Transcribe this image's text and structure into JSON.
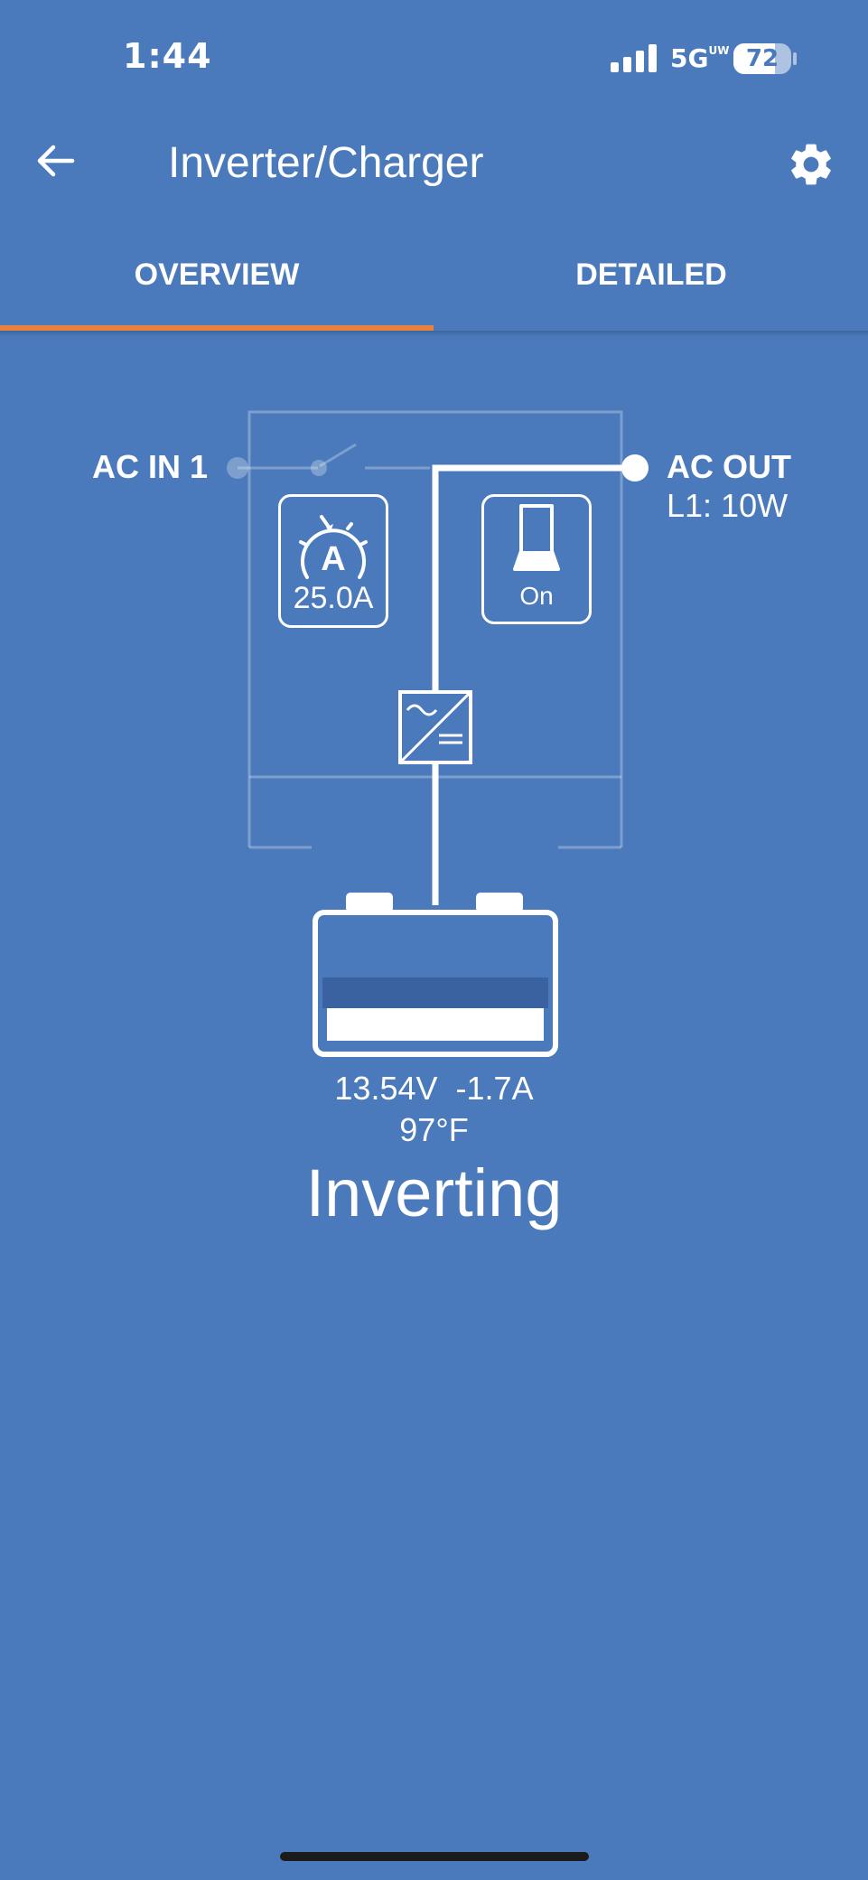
{
  "status_bar": {
    "time": "1:44",
    "network": "5G",
    "network_badge": "UW",
    "battery_level": "72",
    "battery_fraction": 0.72
  },
  "header": {
    "title": "Inverter/Charger",
    "back_icon": "arrow-left-icon",
    "settings_icon": "gear-icon"
  },
  "tabs": [
    {
      "label": "OVERVIEW",
      "active": true
    },
    {
      "label": "DETAILED",
      "active": false
    }
  ],
  "diagram": {
    "ac_in_label": "AC IN 1",
    "ac_out_label": "AC OUT",
    "ac_out_power": "L1: 10W",
    "input_current_limit": "25.0A",
    "current_limit_icon": "ammeter-gauge-icon",
    "mode_label": "On",
    "mode_icon": "rocker-switch-icon",
    "converter_icon": "inverter-ac-dc-icon",
    "battery_icon": "battery-icon",
    "battery_voltage": "13.54V",
    "battery_current": "-1.7A",
    "battery_temperature": "97°F",
    "state": "Inverting"
  },
  "colors": {
    "background": "#4a7abc",
    "tab_indicator": "#e7813d",
    "foreground": "#ffffff",
    "battery_band": "#3b62a0"
  }
}
